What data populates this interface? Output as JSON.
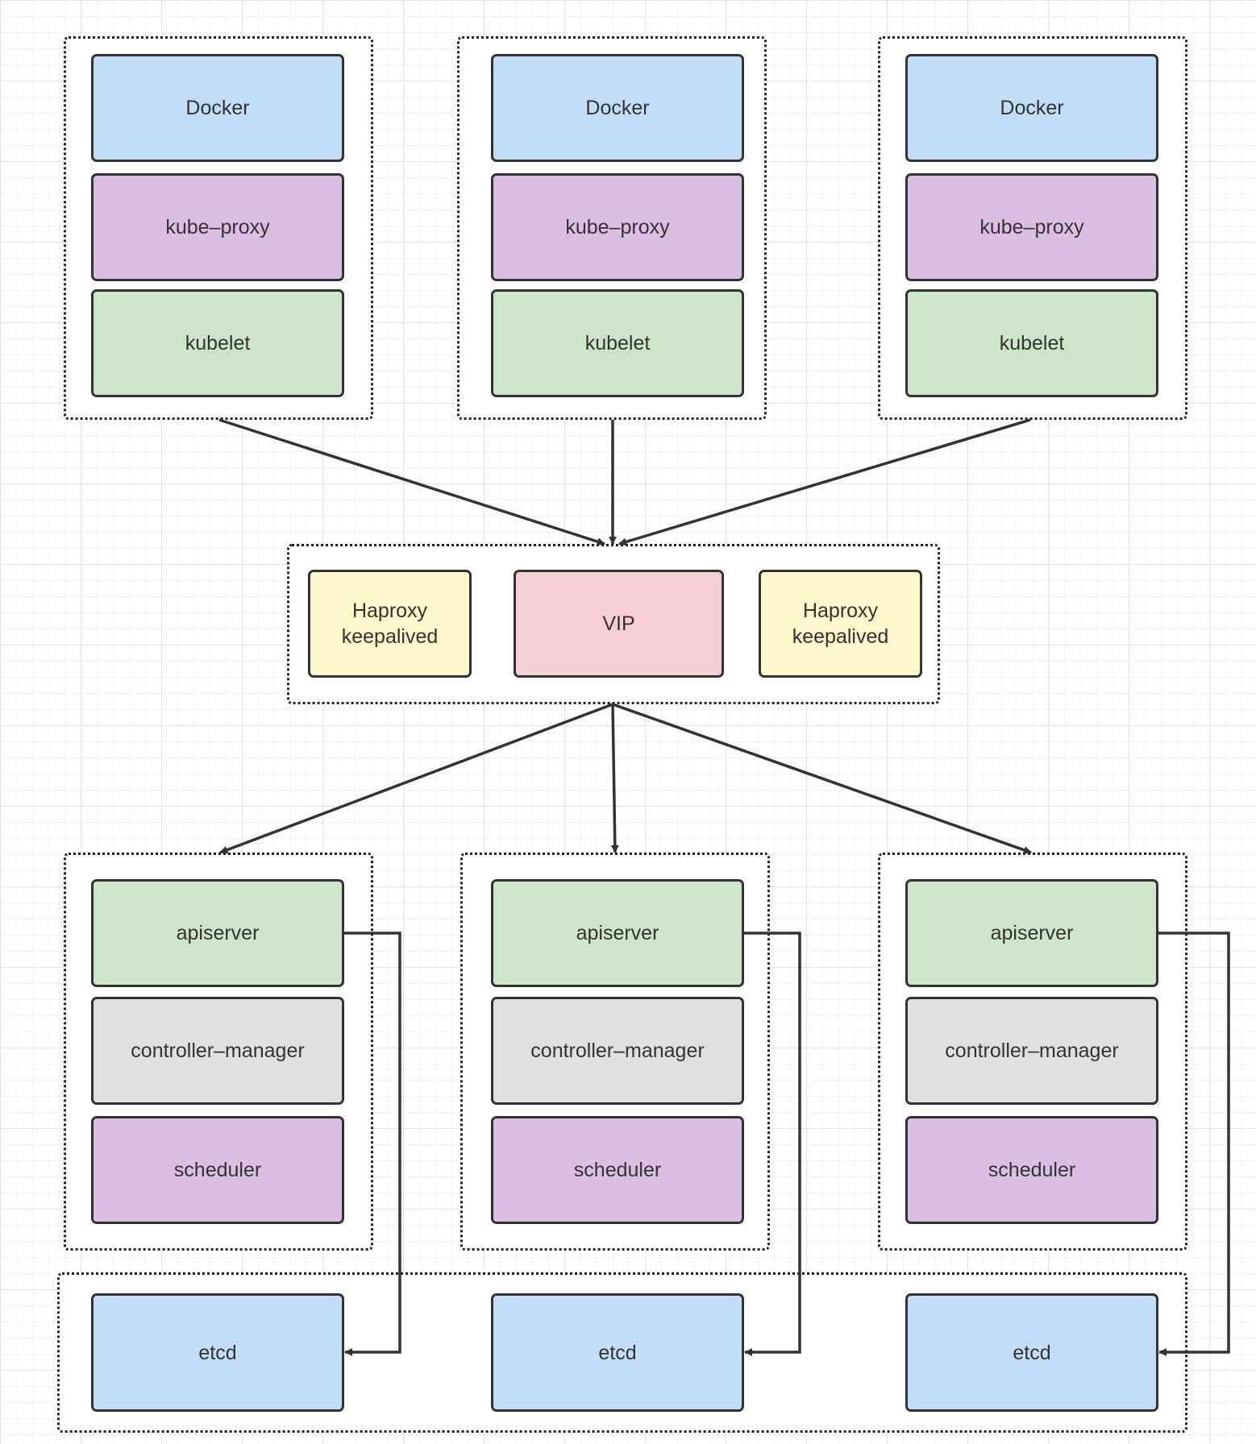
{
  "colors": {
    "docker": "#c3ddf6",
    "proxy": "#dabfe3",
    "kubelet": "#cfe5ca",
    "apiserver": "#cfe5ca",
    "controller": "#dfdfdf",
    "scheduler": "#dabfe3",
    "etcd": "#c3ddf6",
    "haproxy": "#fdf8cb",
    "vip": "#f6cfd6",
    "edge": "#333333"
  },
  "workers": [
    {
      "docker": "Docker",
      "proxy": "kube–proxy",
      "kubelet": "kubelet"
    },
    {
      "docker": "Docker",
      "proxy": "kube–proxy",
      "kubelet": "kubelet"
    },
    {
      "docker": "Docker",
      "proxy": "kube–proxy",
      "kubelet": "kubelet"
    }
  ],
  "load_balancer": {
    "left": "Haproxy\nkeepalived",
    "vip": "VIP",
    "right": "Haproxy\nkeepalived"
  },
  "masters": [
    {
      "apiserver": "apiserver",
      "controller": "controller–manager",
      "scheduler": "scheduler"
    },
    {
      "apiserver": "apiserver",
      "controller": "controller–manager",
      "scheduler": "scheduler"
    },
    {
      "apiserver": "apiserver",
      "controller": "controller–manager",
      "scheduler": "scheduler"
    }
  ],
  "etcd": [
    "etcd",
    "etcd",
    "etcd"
  ]
}
